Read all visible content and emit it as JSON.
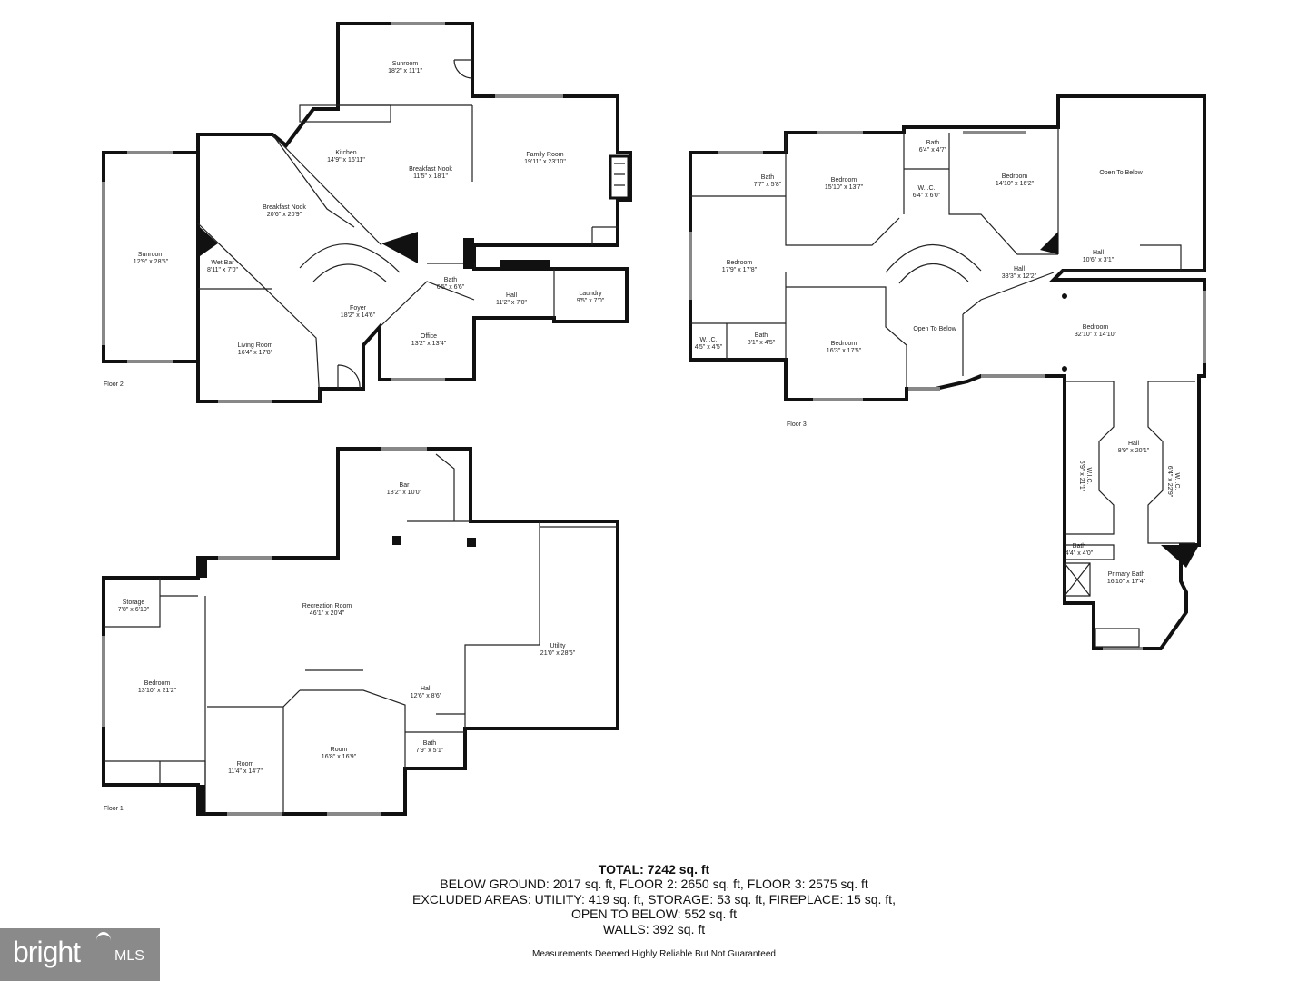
{
  "floors": [
    {
      "label": "Floor 2",
      "rooms": [
        {
          "name": "Sunroom",
          "dims": "18'2\" x 11'1\""
        },
        {
          "name": "Kitchen",
          "dims": "14'9\" x 16'11\""
        },
        {
          "name": "Breakfast Nook",
          "dims": "11'5\" x 18'1\""
        },
        {
          "name": "Family Room",
          "dims": "19'11\" x 23'10\""
        },
        {
          "name": "Breakfast Nook",
          "dims": "20'6\" x 20'9\""
        },
        {
          "name": "Sunroom",
          "dims": "12'9\" x 28'5\""
        },
        {
          "name": "Wet Bar",
          "dims": "8'11\" x 7'0\""
        },
        {
          "name": "Foyer",
          "dims": "18'2\" x 14'6\""
        },
        {
          "name": "Living Room",
          "dims": "16'4\" x 17'8\""
        },
        {
          "name": "Bath",
          "dims": "6'5\" x 6'6\""
        },
        {
          "name": "Hall",
          "dims": "11'2\" x 7'0\""
        },
        {
          "name": "Laundry",
          "dims": "9'5\" x 7'0\""
        },
        {
          "name": "Office",
          "dims": "13'2\" x 13'4\""
        }
      ]
    },
    {
      "label": "Floor 3",
      "rooms": [
        {
          "name": "Bath",
          "dims": "7'7\" x 5'8\""
        },
        {
          "name": "Bedroom",
          "dims": "15'10\" x 13'7\""
        },
        {
          "name": "Bath",
          "dims": "6'4\" x 4'7\""
        },
        {
          "name": "W.I.C.",
          "dims": "6'4\" x 6'0\""
        },
        {
          "name": "Bedroom",
          "dims": "14'10\" x 16'2\""
        },
        {
          "name": "Open To Below",
          "dims": ""
        },
        {
          "name": "Hall",
          "dims": "10'6\" x 3'1\""
        },
        {
          "name": "Bedroom",
          "dims": "17'9\" x 17'8\""
        },
        {
          "name": "Hall",
          "dims": "33'3\" x 12'2\""
        },
        {
          "name": "Open To Below",
          "dims": ""
        },
        {
          "name": "Bedroom",
          "dims": "32'10\" x 14'10\""
        },
        {
          "name": "W.I.C.",
          "dims": "4'5\" x 4'5\""
        },
        {
          "name": "Bath",
          "dims": "8'1\" x 4'5\""
        },
        {
          "name": "Bedroom",
          "dims": "16'3\" x 17'5\""
        },
        {
          "name": "Hall",
          "dims": "8'9\" x 20'1\""
        },
        {
          "name": "W.I.C.",
          "dims": "6'9\" x 21'1\""
        },
        {
          "name": "W.I.C.",
          "dims": "6'4\" x 22'9\""
        },
        {
          "name": "Bath",
          "dims": "4'4\" x 4'0\""
        },
        {
          "name": "Primary Bath",
          "dims": "16'10\" x 17'4\""
        }
      ]
    },
    {
      "label": "Floor 1",
      "rooms": [
        {
          "name": "Bar",
          "dims": "18'2\" x 10'0\""
        },
        {
          "name": "Recreation Room",
          "dims": "46'1\" x 20'4\""
        },
        {
          "name": "Storage",
          "dims": "7'8\" x 6'10\""
        },
        {
          "name": "Utility",
          "dims": "21'0\" x 28'6\""
        },
        {
          "name": "Bedroom",
          "dims": "13'10\" x 21'2\""
        },
        {
          "name": "Hall",
          "dims": "12'6\" x 8'6\""
        },
        {
          "name": "Room",
          "dims": "11'4\" x 14'7\""
        },
        {
          "name": "Room",
          "dims": "16'8\" x 16'9\""
        },
        {
          "name": "Bath",
          "dims": "7'9\" x 5'1\""
        }
      ]
    }
  ],
  "summary": {
    "total": "TOTAL: 7242 sq. ft",
    "lines": [
      "BELOW GROUND: 2017 sq. ft, FLOOR 2: 2650 sq. ft, FLOOR 3: 2575 sq. ft",
      "EXCLUDED AREAS: UTILITY: 419 sq. ft, STORAGE: 53 sq. ft, FIREPLACE: 15 sq. ft,",
      "OPEN TO BELOW: 552 sq. ft",
      "WALLS: 392 sq. ft"
    ],
    "disclaimer": "Measurements Deemed Highly Reliable But Not Guaranteed"
  },
  "logo": {
    "text": "bright",
    "suffix": "MLS"
  }
}
